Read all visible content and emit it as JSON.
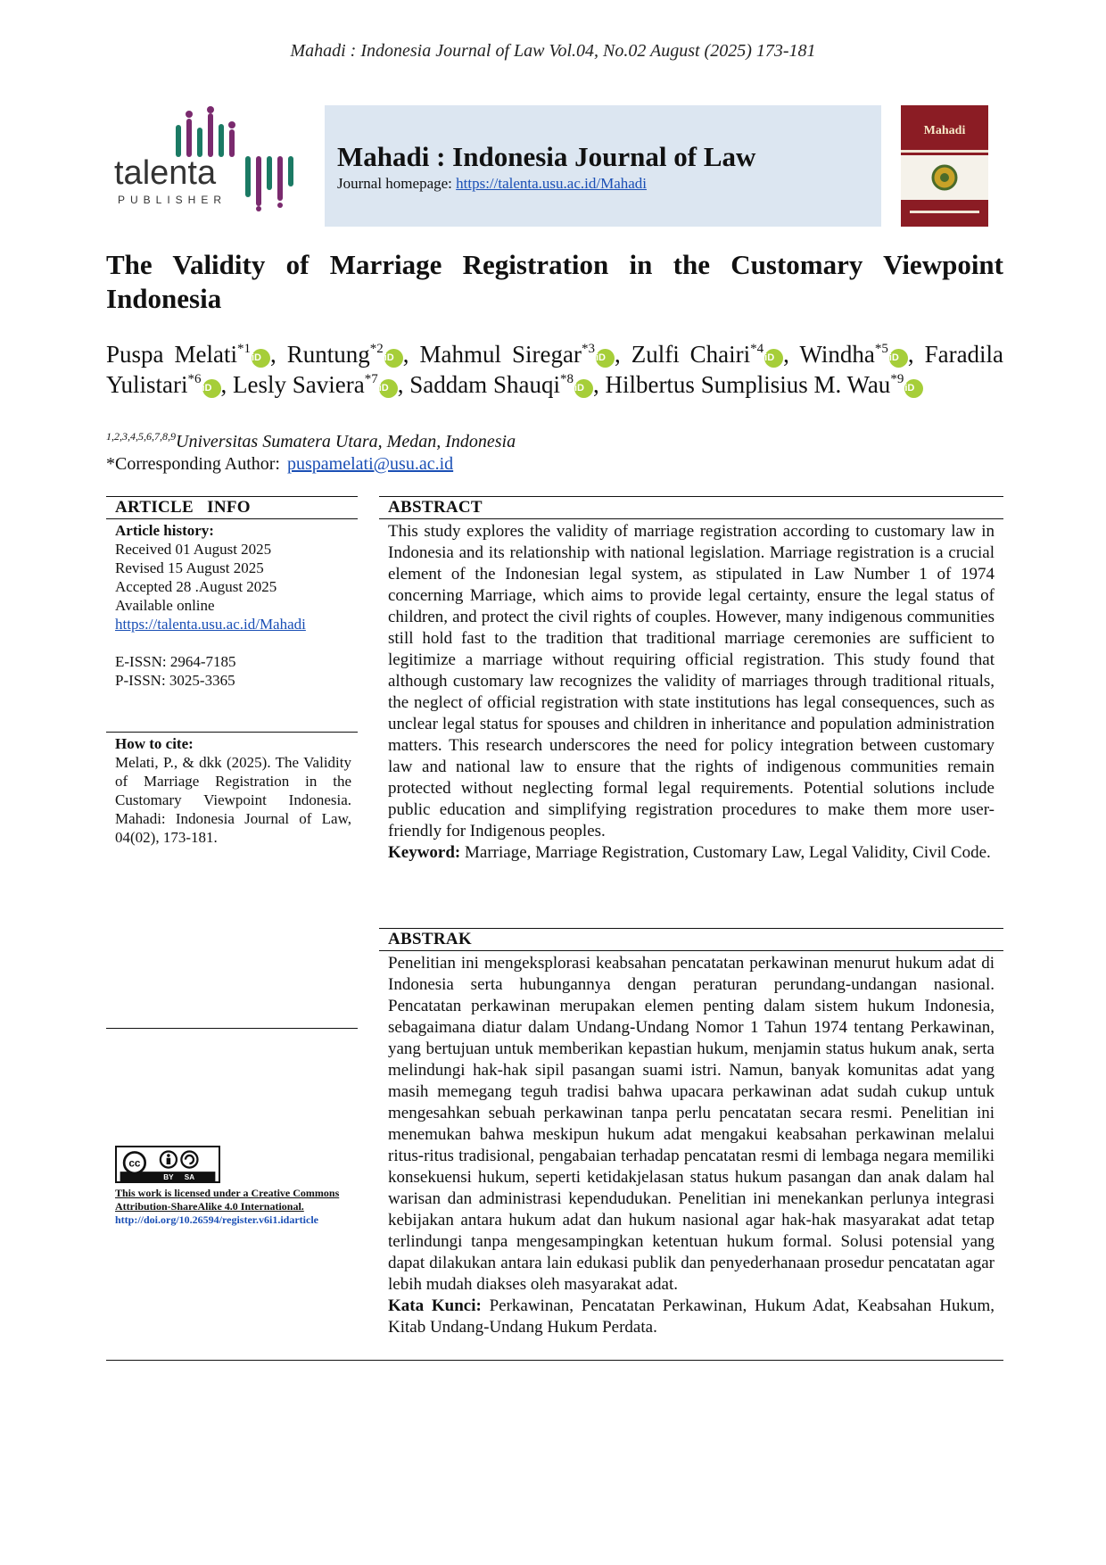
{
  "running_head": "Mahadi : Indonesia Journal of Law Vol.04, No.02 August  (2025) 173-181",
  "publisher": {
    "logo_text": "talenta",
    "logo_sub": "PUBLISHER",
    "colors": {
      "teal": "#1b7a64",
      "purple": "#7a2a6e",
      "dark": "#333333"
    }
  },
  "banner": {
    "journal_title": "Mahadi : Indonesia Journal of Law",
    "homepage_label": "Journal homepage: ",
    "homepage_url": "https://talenta.usu.ac.id/Mahadi",
    "bg_color": "#dce6f1"
  },
  "cover": {
    "title": "Mahadi",
    "color": "#8b1c24"
  },
  "article": {
    "title": "The Validity of Marriage Registration in the Customary Viewpoint Indonesia",
    "authors": [
      {
        "name": "Puspa Melati",
        "sup": "*1"
      },
      {
        "name": "Runtung",
        "sup": "*2"
      },
      {
        "name": "Mahmul Siregar",
        "sup": "*3"
      },
      {
        "name": "Zulfi Chairi",
        "sup": "*4"
      },
      {
        "name": "Windha",
        "sup": "*5"
      },
      {
        "name": "Faradila Yulistari",
        "sup": "*6"
      },
      {
        "name": "Lesly Saviera",
        "sup": "*7"
      },
      {
        "name": "Saddam Shauqi",
        "sup": "*8"
      },
      {
        "name": "Hilbertus Sumplisius M. Wau",
        "sup": "*9"
      }
    ],
    "orcid_label": "iD",
    "affiliation_sup": "1,2,3,4,5,6,7,8,9",
    "affiliation": "Universitas Sumatera Utara, Medan, Indonesia",
    "corresponding_label": "*Corresponding Author:",
    "corresponding_email": "puspamelati@usu.ac.id"
  },
  "article_info": {
    "heading": "ARTICLE   INFO",
    "history_label": "Article history:",
    "received": "Received 01 August 2025",
    "revised": "Revised 15 August 2025",
    "accepted": "Accepted 28 .August 2025",
    "available": "Available online",
    "url": "https://talenta.usu.ac.id/Mahadi",
    "eissn": "E-ISSN: 2964-7185",
    "pissn": "P-ISSN: 3025-3365",
    "cite_label": "How to cite:",
    "cite_text": "Melati, P., & dkk (2025). The Validity of Marriage Registration in the Customary Viewpoint Indonesia. Mahadi: Indonesia Journal of Law, 04(02), 173-181."
  },
  "license": {
    "badge_top": "cc",
    "badge_by": "BY",
    "badge_sa": "SA",
    "text": "This work is licensed under a Creative Commons Attribution-ShareAlike 4.0 International.",
    "doi": "http://doi.org/10.26594/register.v6i1.idarticle"
  },
  "abstract": {
    "heading": "ABSTRACT",
    "text": "This study explores the validity of marriage registration according to customary law in Indonesia and its relationship with national legislation. Marriage registration is a crucial element of the Indonesian legal system, as stipulated in Law Number 1 of 1974 concerning Marriage, which aims to provide legal certainty, ensure the legal status of children, and protect the civil rights of couples. However, many indigenous communities still hold fast to the tradition that traditional marriage ceremonies are sufficient to legitimize a marriage without requiring official registration. This study found that although customary law recognizes the validity of marriages through traditional rituals, the neglect of official registration with state institutions has legal consequences, such as unclear legal status for spouses and children in inheritance and population administration matters. This research underscores the need for policy integration between customary law and national law to ensure that the rights of indigenous communities remain protected without neglecting formal legal requirements. Potential solutions include public education and simplifying registration procedures to make them more user-friendly for Indigenous peoples.",
    "keyword_label": "Keyword:",
    "keywords": " Marriage, Marriage Registration, Customary Law, Legal Validity, Civil Code."
  },
  "abstrak": {
    "heading": "ABSTRAK",
    "text": "Penelitian ini mengeksplorasi keabsahan pencatatan perkawinan menurut hukum adat di Indonesia serta hubungannya dengan peraturan perundang-undangan nasional. Pencatatan perkawinan merupakan elemen penting dalam sistem hukum Indonesia, sebagaimana diatur dalam Undang-Undang Nomor 1 Tahun 1974 tentang Perkawinan, yang bertujuan untuk memberikan kepastian hukum, menjamin status hukum anak, serta melindungi hak-hak sipil pasangan suami istri. Namun, banyak komunitas adat yang masih memegang teguh tradisi bahwa upacara perkawinan adat sudah cukup untuk mengesahkan sebuah perkawinan tanpa perlu pencatatan secara resmi. Penelitian ini menemukan bahwa meskipun hukum adat mengakui keabsahan perkawinan melalui ritus-ritus tradisional, pengabaian terhadap pencatatan resmi di lembaga negara memiliki konsekuensi hukum, seperti ketidakjelasan status hukum pasangan dan anak dalam hal warisan dan administrasi kependudukan. Penelitian ini menekankan perlunya integrasi kebijakan antara hukum adat dan hukum nasional agar hak-hak masyarakat adat tetap terlindungi tanpa mengesampingkan ketentuan hukum formal. Solusi potensial yang dapat dilakukan antara lain edukasi publik dan penyederhanaan prosedur pencatatan agar lebih mudah diakses oleh masyarakat adat.",
    "keyword_label": "Kata Kunci:",
    "keywords": " Perkawinan, Pencatatan Perkawinan, Hukum Adat, Keabsahan Hukum, Kitab Undang-Undang Hukum Perdata."
  }
}
